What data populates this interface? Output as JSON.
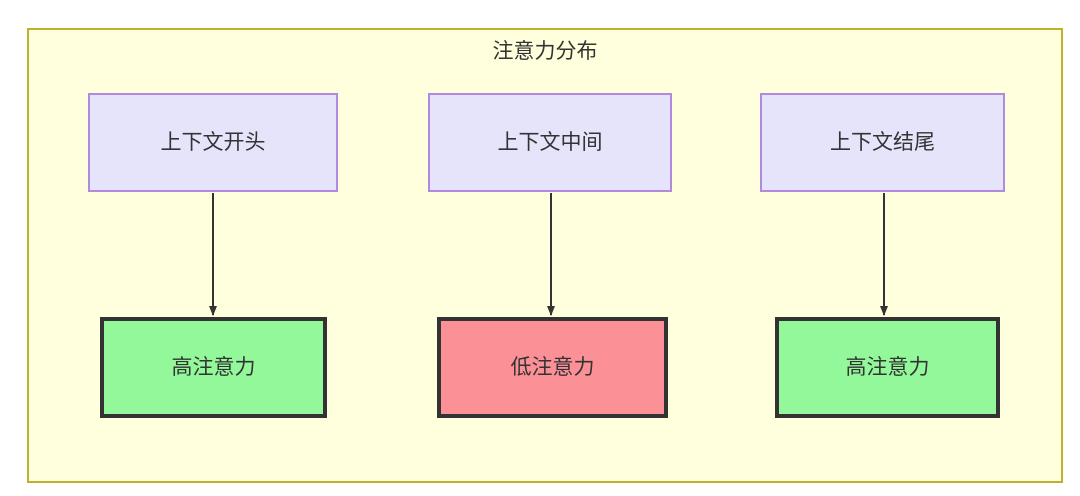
{
  "diagram": {
    "title": "注意力分布",
    "frame": {
      "fill_color": "#ffffdd",
      "border_color": "#bdb22e"
    },
    "nodes": {
      "context": [
        {
          "id": "context-start",
          "label": "上下文开头",
          "fill_color": "#e6e4fb",
          "border_color": "#b18ae0"
        },
        {
          "id": "context-middle",
          "label": "上下文中间",
          "fill_color": "#e6e4fb",
          "border_color": "#b18ae0"
        },
        {
          "id": "context-end",
          "label": "上下文结尾",
          "fill_color": "#e6e4fb",
          "border_color": "#b18ae0"
        }
      ],
      "attention": [
        {
          "id": "attention-high-start",
          "label": "高注意力",
          "level": "high",
          "fill_color": "#93f89a",
          "border_color": "#333333"
        },
        {
          "id": "attention-low-middle",
          "label": "低注意力",
          "level": "low",
          "fill_color": "#fc9097",
          "border_color": "#333333"
        },
        {
          "id": "attention-high-end",
          "label": "高注意力",
          "level": "high",
          "fill_color": "#93f89a",
          "border_color": "#333333"
        }
      ]
    },
    "edges": [
      {
        "id": "edge-start-to-high",
        "from": "context-start",
        "to": "attention-high-start",
        "label": ""
      },
      {
        "id": "edge-middle-to-low",
        "from": "context-middle",
        "to": "attention-low-middle",
        "label": ""
      },
      {
        "id": "edge-end-to-high",
        "from": "context-end",
        "to": "attention-high-end",
        "label": ""
      }
    ],
    "edge_color": "#333333"
  }
}
